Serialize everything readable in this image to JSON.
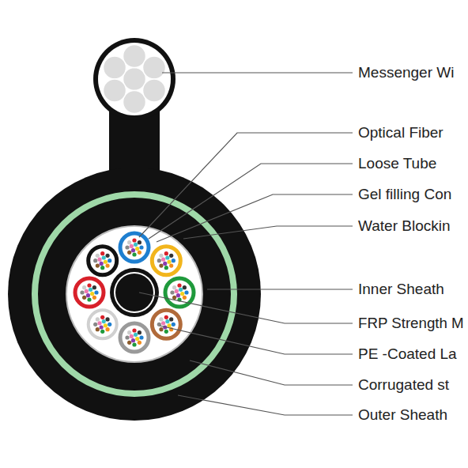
{
  "diagram": {
    "labels": [
      "Messenger Wi",
      "Optical Fiber",
      "Loose Tube",
      "Gel filling Con",
      "Water Blockin",
      "Inner Sheath",
      "FRP Strength M",
      "PE -Coated La",
      "Corrugated st",
      "Outer Sheath"
    ]
  }
}
